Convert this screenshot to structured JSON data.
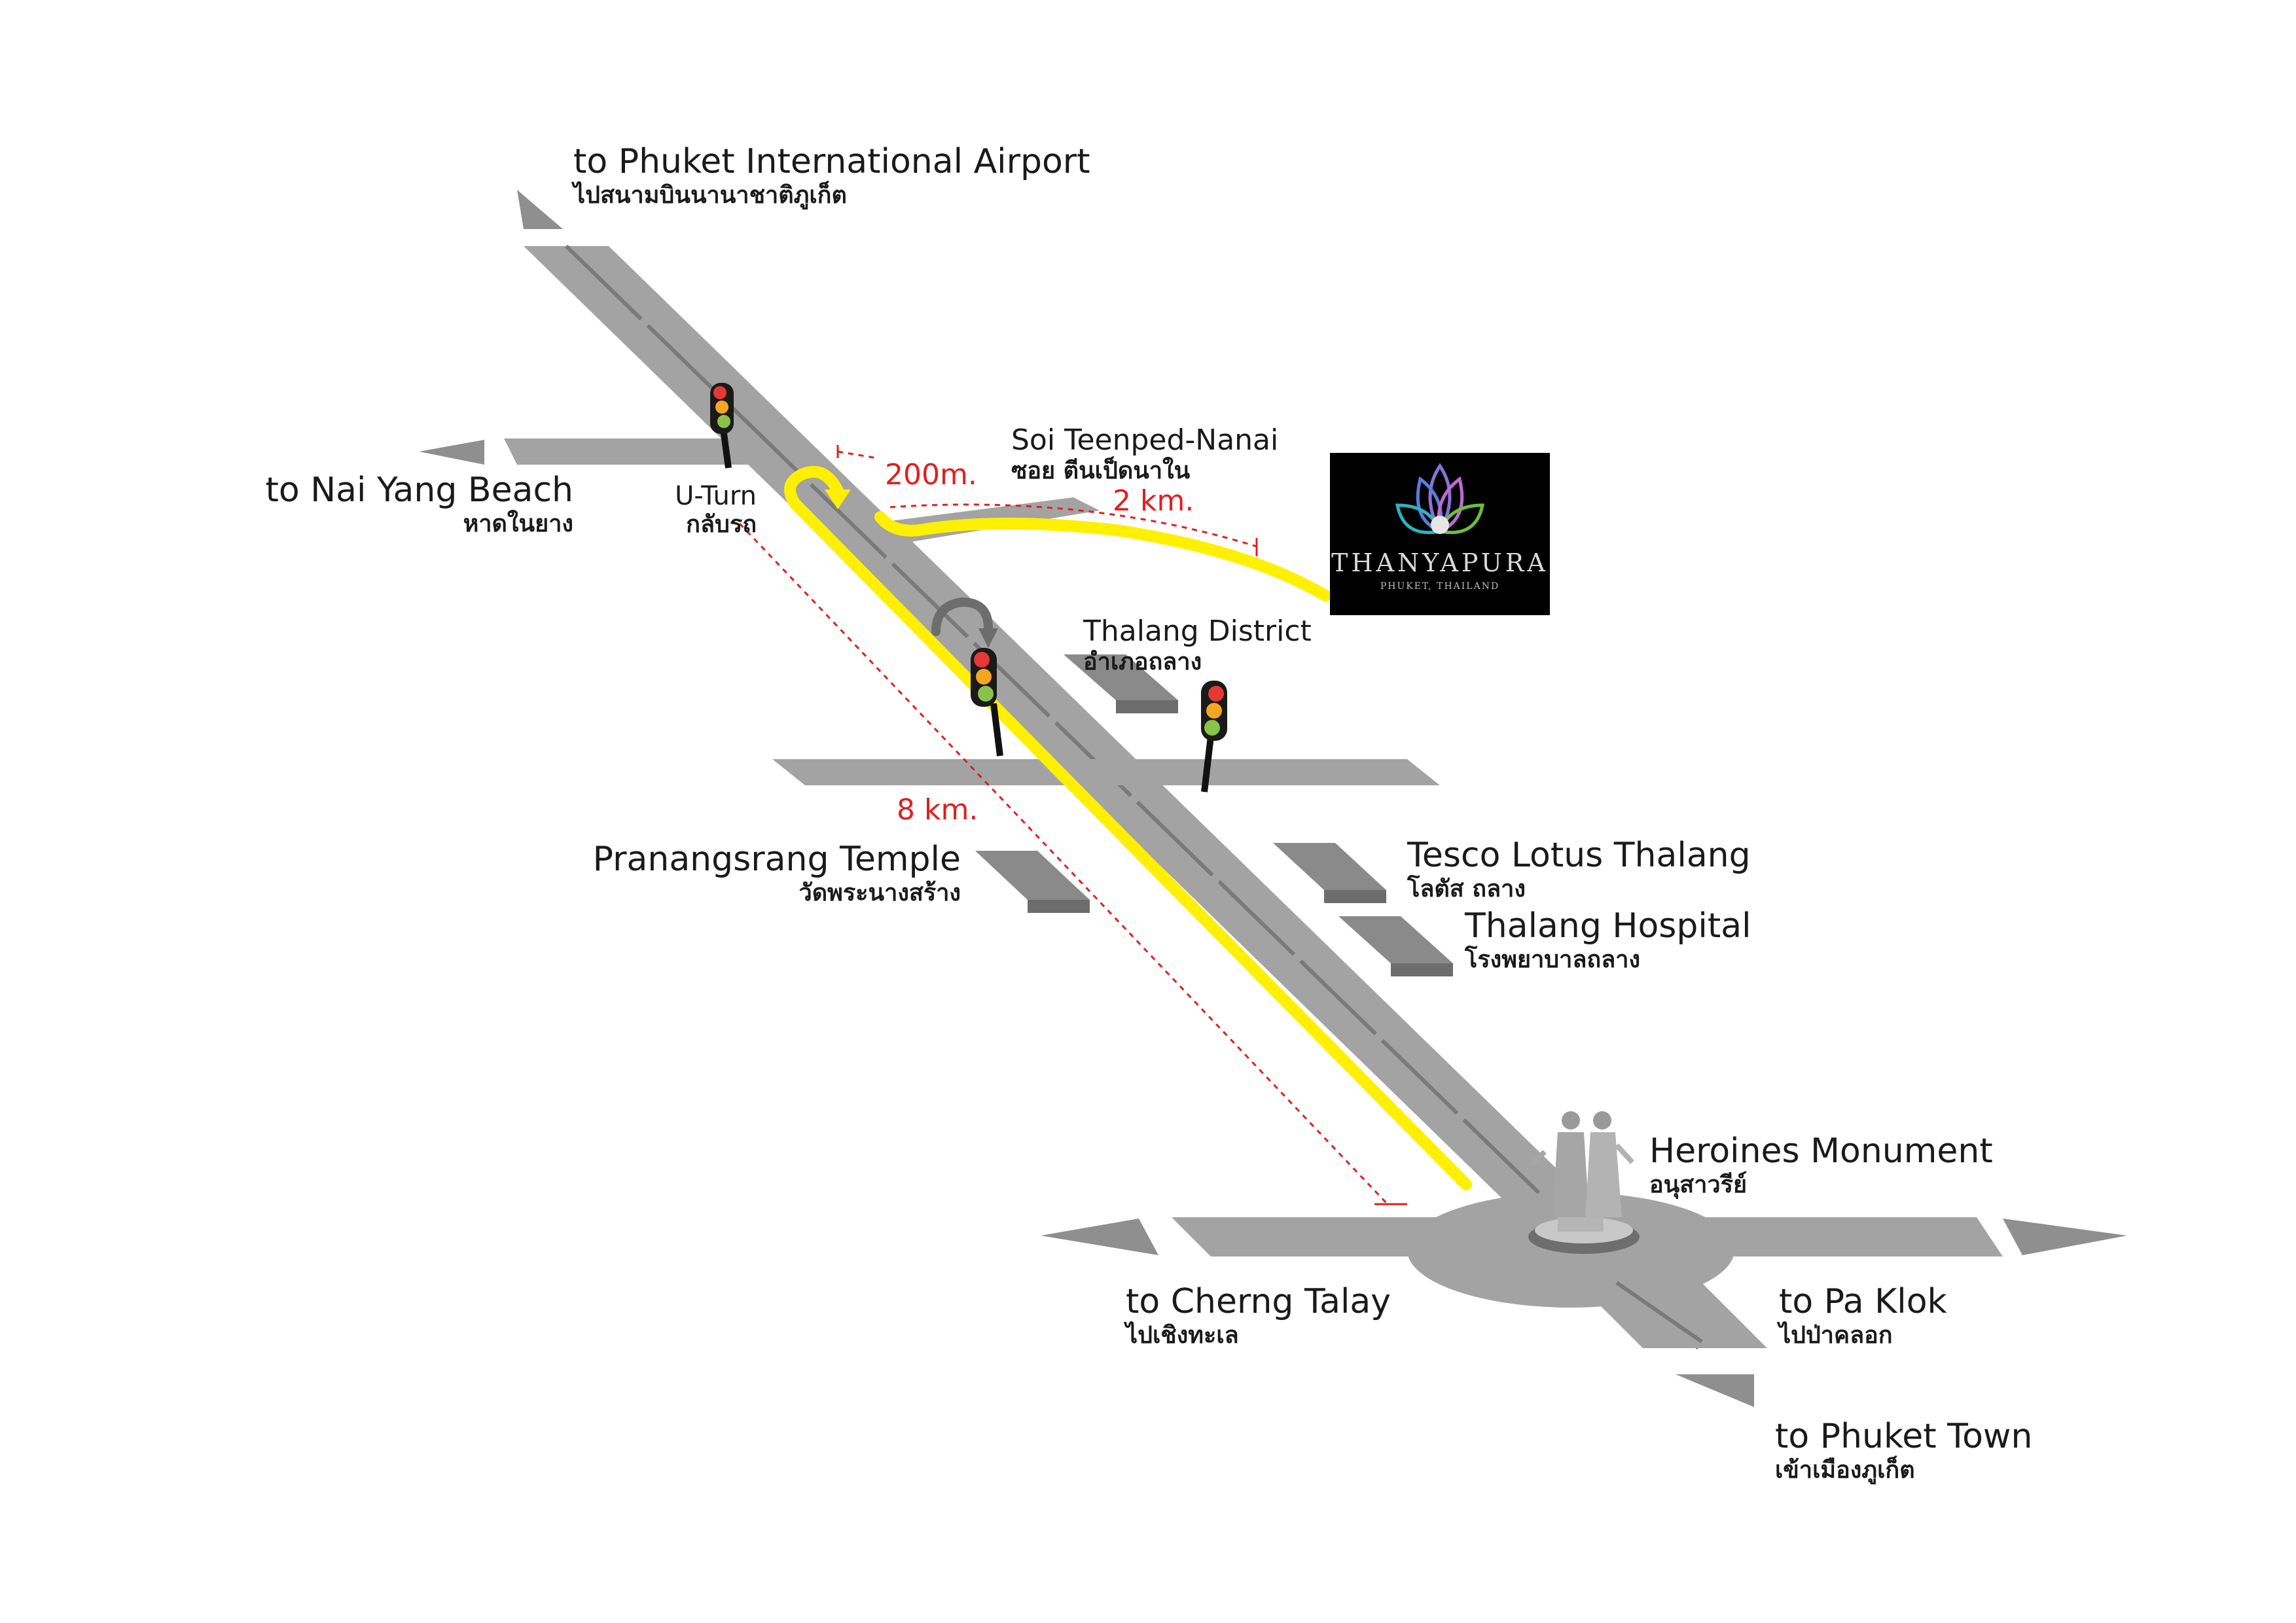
{
  "colors": {
    "road": "#a3a3a3",
    "road_dark": "#6d6d6d",
    "route": "#ffef00",
    "dimension": "#e01f1f",
    "logo_bg": "#000000"
  },
  "destinations": {
    "airport": {
      "en": "to Phuket International Airport",
      "th": "ไปสนามบินนานาชาติภูเก็ต"
    },
    "nai_yang": {
      "en": "to Nai Yang Beach",
      "th": "หาดในยาง"
    },
    "cherng_talay": {
      "en": "to Cherng Talay",
      "th": "ไปเชิงทะเล"
    },
    "pa_klok": {
      "en": "to Pa Klok",
      "th": "ไปป่าคลอก"
    },
    "phuket_town": {
      "en": "to Phuket Town",
      "th": "เข้าเมืองภูเก็ต"
    }
  },
  "landmarks": {
    "u_turn": {
      "en": "U-Turn",
      "th": "กลับรถ"
    },
    "soi": {
      "en": "Soi Teenped-Nanai",
      "th": "ซอย ตีนเป็ดนาใน"
    },
    "thalang_district": {
      "en": "Thalang District",
      "th": "อำเภอถลาง"
    },
    "temple": {
      "en": "Pranangsrang Temple",
      "th": "วัดพระนางสร้าง"
    },
    "tesco": {
      "en": "Tesco Lotus Thalang",
      "th": "โลตัส ถลาง"
    },
    "hospital": {
      "en": "Thalang Hospital",
      "th": "โรงพยาบาลถลาง"
    },
    "monument": {
      "en": "Heroines Monument",
      "th": "อนุสาวรีย์"
    }
  },
  "distances": {
    "d200": "200m.",
    "d2km": "2 km.",
    "d8km": "8 km."
  },
  "logo": {
    "name": "THANYAPURA",
    "tagline": "PHUKET, THAILAND"
  },
  "icons": {
    "traffic_light": "traffic-light-icon",
    "u_turn_arrow": "u-turn-arrow-icon",
    "direction_arrow": "direction-arrow-icon",
    "monument": "monument-statue-icon",
    "lotus": "lotus-logo-icon"
  }
}
